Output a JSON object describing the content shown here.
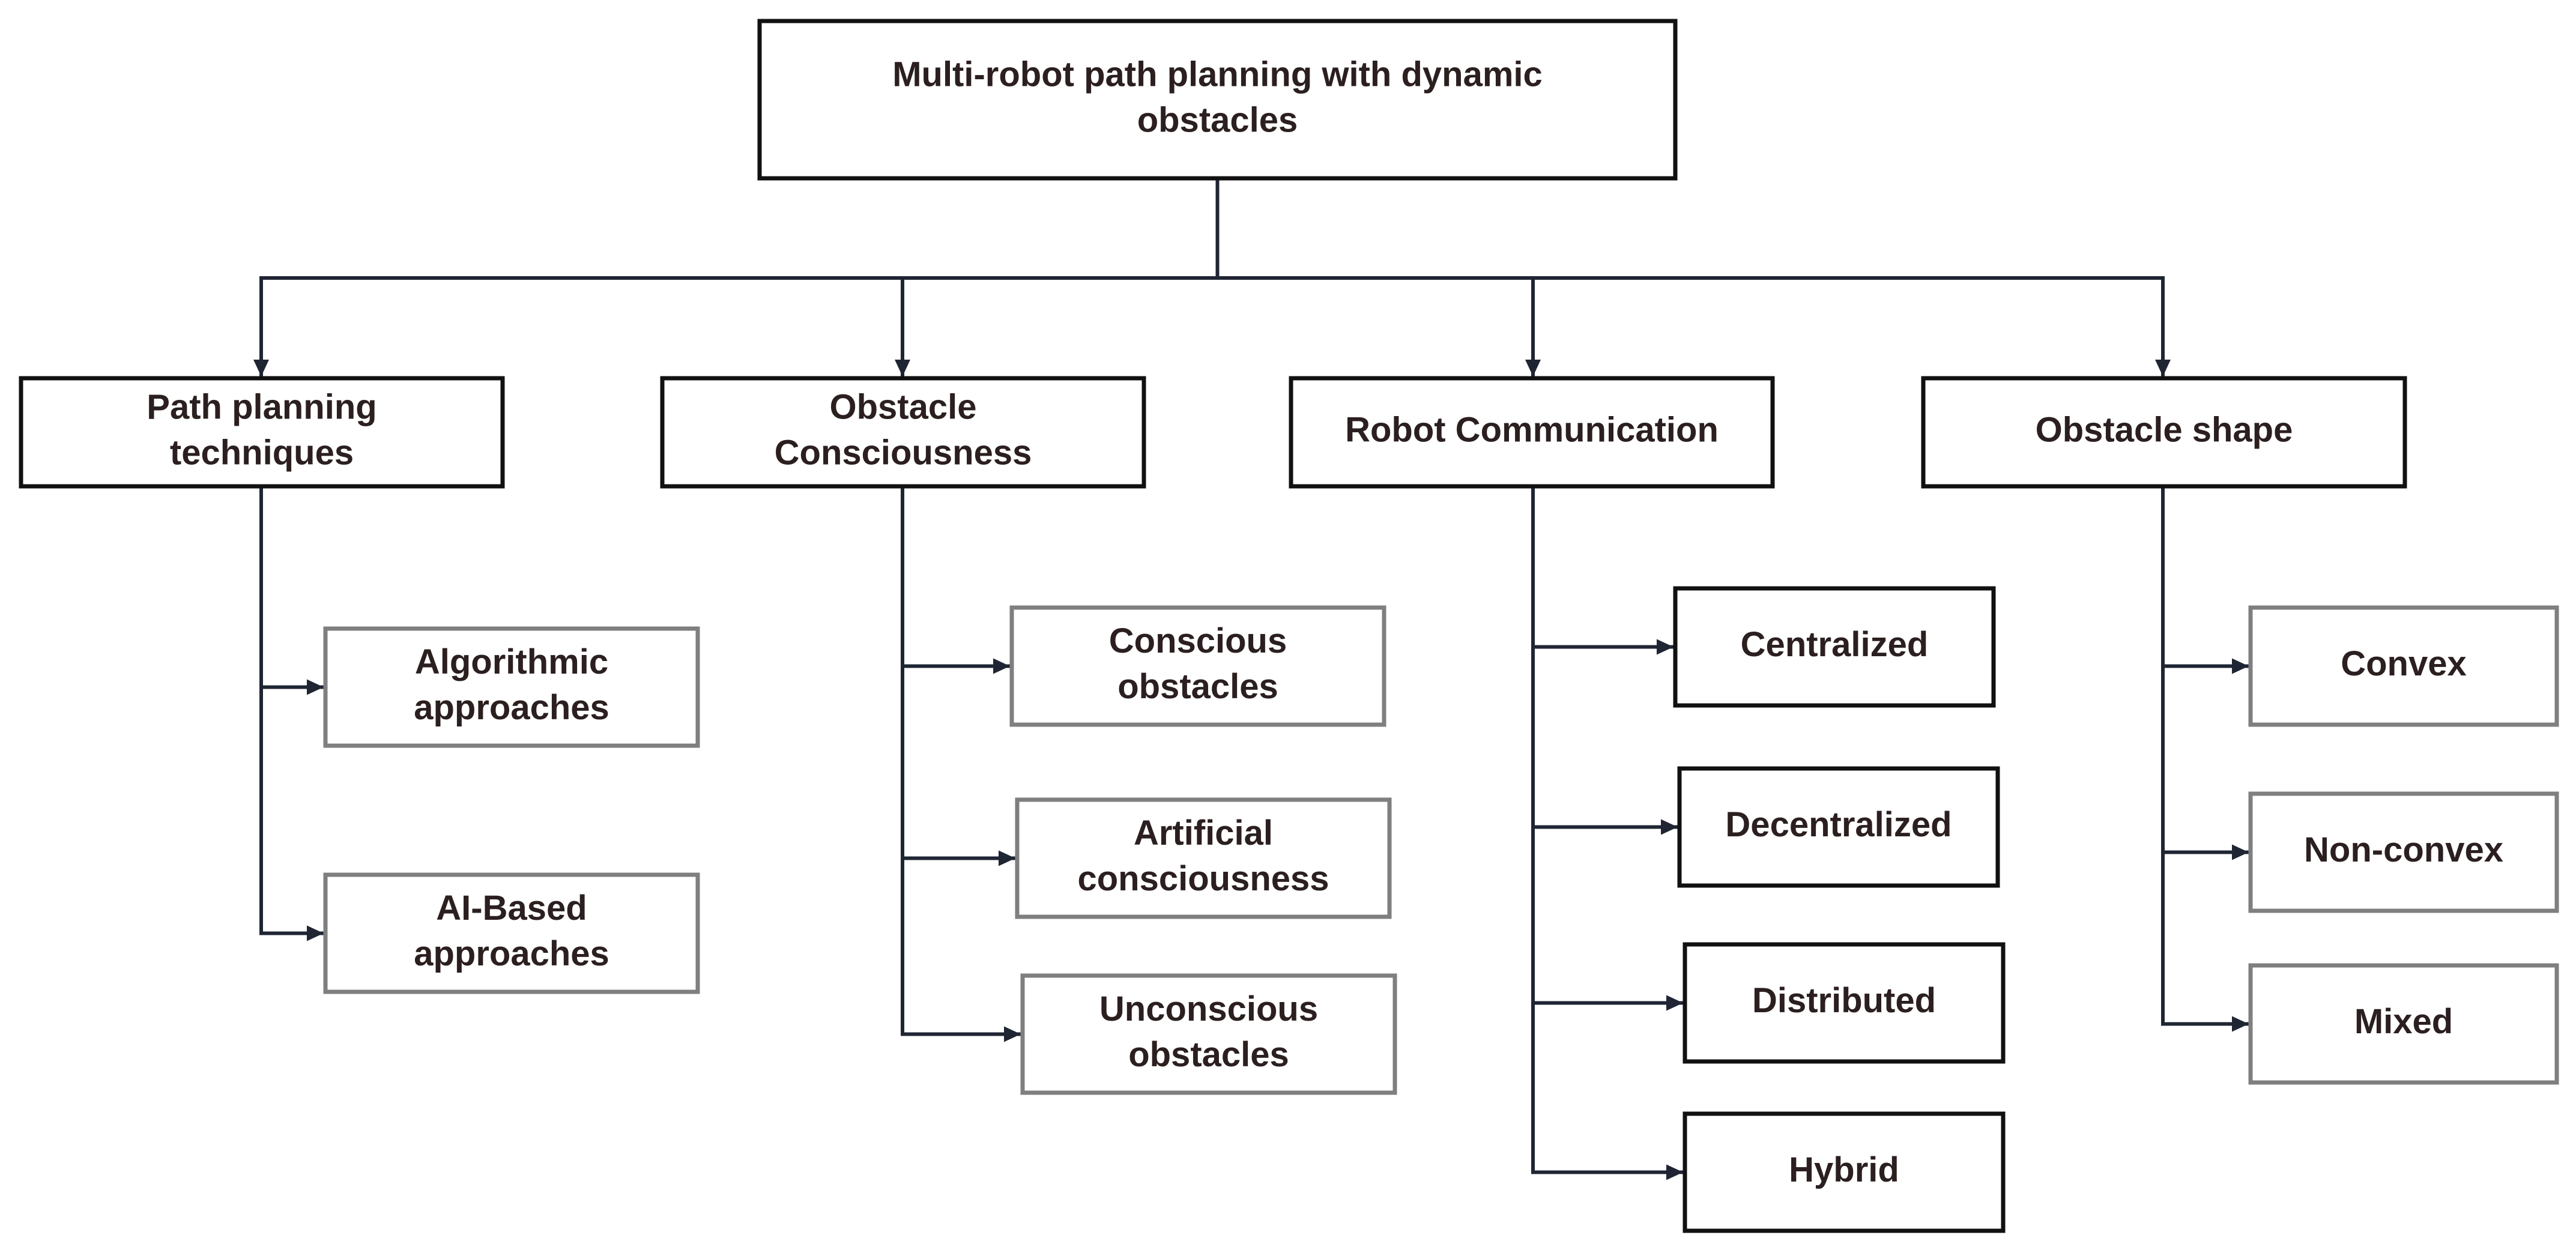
{
  "root": {
    "lines": [
      "Multi-robot path planning with dynamic",
      "obstacles"
    ]
  },
  "categories": [
    {
      "lines": [
        "Path planning",
        "techniques"
      ],
      "children": [
        {
          "lines": [
            "Algorithmic",
            "approaches"
          ]
        },
        {
          "lines": [
            "AI-Based",
            "approaches"
          ]
        }
      ]
    },
    {
      "lines": [
        "Obstacle",
        "Consciousness"
      ],
      "children": [
        {
          "lines": [
            "Conscious",
            "obstacles"
          ]
        },
        {
          "lines": [
            "Artificial",
            "consciousness"
          ]
        },
        {
          "lines": [
            "Unconscious",
            "obstacles"
          ]
        }
      ]
    },
    {
      "lines": [
        "Robot Communication"
      ],
      "children": [
        {
          "lines": [
            "Centralized"
          ]
        },
        {
          "lines": [
            "Decentralized"
          ]
        },
        {
          "lines": [
            "Distributed"
          ]
        },
        {
          "lines": [
            "Hybrid"
          ]
        }
      ]
    },
    {
      "lines": [
        "Obstacle shape"
      ],
      "children": [
        {
          "lines": [
            "Convex"
          ]
        },
        {
          "lines": [
            "Non-convex"
          ]
        },
        {
          "lines": [
            "Mixed"
          ]
        }
      ]
    }
  ],
  "colors": {
    "primary_border": "#111111",
    "secondary_border": "#7f7f7f",
    "connector": "#1f2533",
    "text": "#2b1f1f"
  }
}
